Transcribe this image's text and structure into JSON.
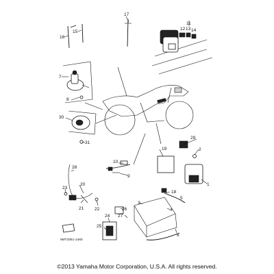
{
  "callouts": {
    "c1": "1",
    "c2": "2",
    "c3": "3",
    "c4": "4",
    "c5": "5",
    "c6": "6",
    "c7": "7",
    "c8": "8",
    "c9": "9",
    "c10": "10",
    "c11": "11",
    "c12": "12",
    "c13": "13",
    "c14": "14",
    "c15": "15",
    "c16": "16",
    "c17": "17",
    "c18": "18",
    "c19": "19",
    "c20": "20",
    "c21": "21",
    "c22": "22",
    "c23": "23",
    "c24": "24",
    "c25": "25",
    "c26": "26",
    "c27": "27",
    "c28": "28",
    "c29": "29",
    "c30": "30",
    "c31": "31"
  },
  "diagram_code": "5MT3351-1460",
  "copyright": "©2013 Yamaha Motor Corporation, U.S.A. All rights reserved."
}
